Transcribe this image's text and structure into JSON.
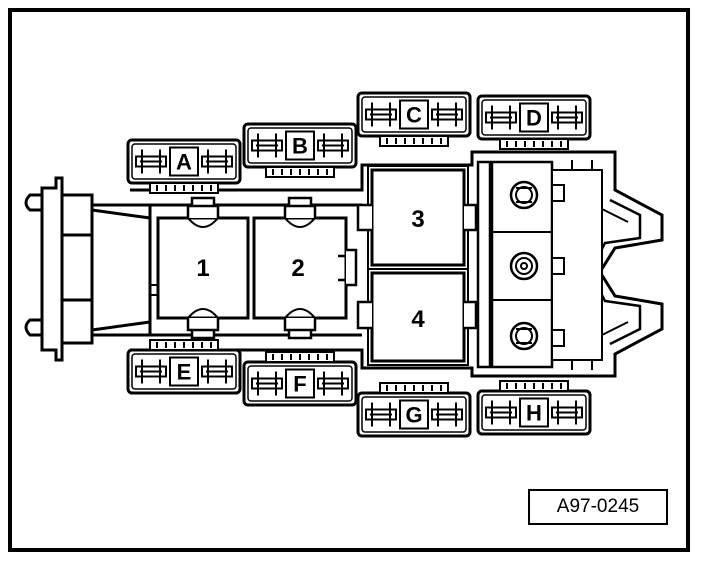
{
  "relays": [
    {
      "id": "1",
      "label": "1"
    },
    {
      "id": "2",
      "label": "2"
    },
    {
      "id": "3",
      "label": "3"
    },
    {
      "id": "4",
      "label": "4"
    }
  ],
  "fuse_holders": [
    {
      "id": "A",
      "label": "A"
    },
    {
      "id": "B",
      "label": "B"
    },
    {
      "id": "C",
      "label": "C"
    },
    {
      "id": "D",
      "label": "D"
    },
    {
      "id": "E",
      "label": "E"
    },
    {
      "id": "F",
      "label": "F"
    },
    {
      "id": "G",
      "label": "G"
    },
    {
      "id": "H",
      "label": "H"
    }
  ],
  "reference_code": "A97-0245",
  "colors": {
    "line": "#000000",
    "background": "#ffffff"
  }
}
